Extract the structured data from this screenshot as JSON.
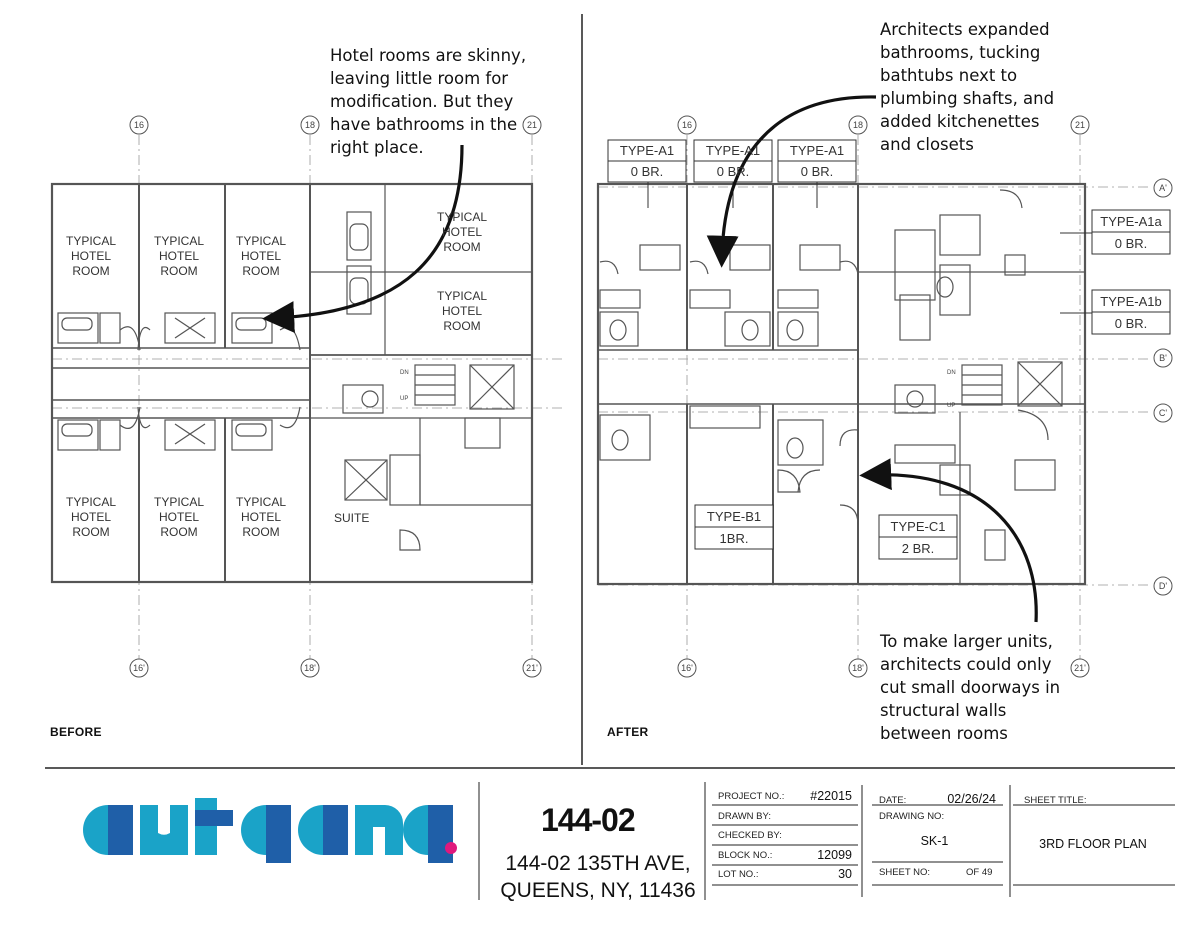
{
  "annotations": {
    "before_note": [
      "Hotel rooms are skinny,",
      "leaving little room for",
      "modification. But they",
      "have bathrooms in the",
      "right place."
    ],
    "after_top_note": [
      "Architects expanded",
      "bathrooms, tucking",
      "bathtubs next to",
      "plumbing shafts, and",
      "added kitchenettes",
      "and closets"
    ],
    "after_bottom_note": [
      "To make larger units,",
      "architects could only",
      "cut small doorways in",
      "structural walls",
      "between rooms"
    ]
  },
  "panels": {
    "before": {
      "caption": "BEFORE",
      "grid_top": [
        "16",
        "18",
        "21"
      ],
      "grid_bottom": [
        "16'",
        "18'",
        "21'"
      ],
      "room_label": [
        "TYPICAL",
        "HOTEL",
        "ROOM"
      ],
      "suite_label": "SUITE",
      "stair_dn": "DN",
      "stair_up": "UP"
    },
    "after": {
      "caption": "AFTER",
      "grid_top": [
        "16",
        "18",
        "21"
      ],
      "grid_bottom": [
        "16'",
        "18'",
        "21'"
      ],
      "grid_right": [
        "A'",
        "B'",
        "C'",
        "D'"
      ],
      "units": [
        {
          "type": "TYPE-A1",
          "beds": "0 BR."
        },
        {
          "type": "TYPE-A1",
          "beds": "0 BR."
        },
        {
          "type": "TYPE-A1",
          "beds": "0 BR."
        },
        {
          "type": "TYPE-A1a",
          "beds": "0 BR."
        },
        {
          "type": "TYPE-A1b",
          "beds": "0 BR."
        },
        {
          "type": "TYPE-B1",
          "beds": "1BR."
        },
        {
          "type": "TYPE-C1",
          "beds": "2 BR."
        }
      ],
      "stair_dn": "DN",
      "stair_up": "UP"
    }
  },
  "title_block": {
    "logo_text": "aufgang.",
    "project_name": "144-02",
    "address_lines": [
      "144-02 135TH AVE,",
      "QUEENS, NY, 11436"
    ],
    "project_no_label": "PROJECT NO.:",
    "project_no": "#22015",
    "drawn_by_label": "DRAWN BY:",
    "checked_by_label": "CHECKED BY:",
    "block_no_label": "BLOCK NO.:",
    "block_no": "12099",
    "lot_no_label": "LOT NO.:",
    "lot_no": "30",
    "date_label": "DATE:",
    "date": "02/26/24",
    "drawing_no_label": "DRAWING NO:",
    "drawing_no": "SK-1",
    "sheet_no_label": "SHEET NO:",
    "sheet_of": "OF 49",
    "sheet_title_label": "SHEET TITLE:",
    "sheet_title": "3RD FLOOR PLAN"
  },
  "colors": {
    "logo_cyan": "#1aa3c8",
    "logo_blue": "#1f5fa8",
    "logo_dot": "#e0197d",
    "linework": "#555555"
  }
}
